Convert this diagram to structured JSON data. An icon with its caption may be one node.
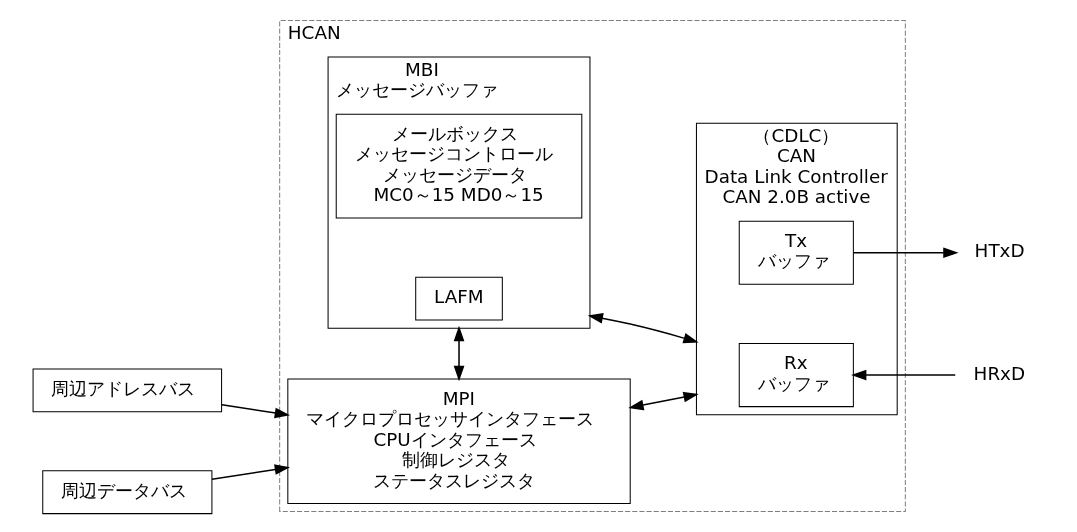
{
  "diagram": {
    "nodes": [
      {
        "text": [
          "HCAN"
        ]
      },
      {
        "text": [
          "周辺アドレスバス"
        ]
      },
      {
        "text": [
          "周辺データバス"
        ]
      },
      {
        "text": [
          "MBI",
          "メッセージバッファ"
        ],
        "in": 0
      },
      {
        "text": [
          "メールボックス",
          "メッセージコントロール",
          "メッセージデータ",
          "MC0～15 MD0～15"
        ],
        "in": 3
      },
      {
        "text": [
          "LAFM"
        ],
        "in": 3
      },
      {
        "text": [
          "MPI",
          "マイクロプロセッサインタフェース",
          "CPUインタフェース",
          "制御レジスタ",
          "ステータスレジスタ"
        ],
        "in": 0
      },
      {
        "text": [
          "（CDLC）",
          "CAN",
          "Data Link Controller",
          "CAN 2.0B active"
        ],
        "in": 0
      },
      {
        "text": [
          "Tx",
          "バッファ"
        ],
        "in": 7
      },
      {
        "text": [
          "Rx",
          "バッファ"
        ],
        "in": 7
      },
      {
        "text": [
          "HTxD"
        ]
      },
      {
        "text": [
          "HRxD"
        ]
      }
    ],
    "edges": [
      {
        "from": 1,
        "to": 6,
        "arrow": "to"
      },
      {
        "from": 2,
        "to": 6,
        "arrow": "to"
      },
      {
        "from": 3,
        "to": 6,
        "arrow": "both"
      },
      {
        "from": 3,
        "to": 7,
        "arrow": "both"
      },
      {
        "from": 6,
        "to": 7,
        "arrow": "both"
      },
      {
        "from": 8,
        "to": 10,
        "arrow": "to"
      },
      {
        "from": 11,
        "to": 9,
        "arrow": "to"
      }
    ]
  }
}
